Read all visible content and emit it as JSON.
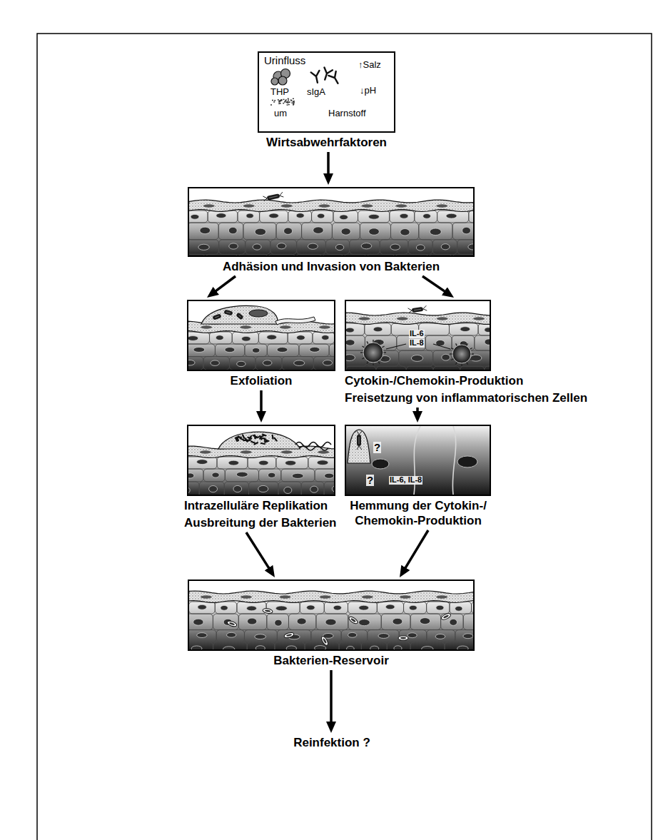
{
  "diagram": {
    "nodes": [
      {
        "text": [
          "Urinfluss",
          "THP",
          "sIgA",
          "↑Salz",
          "↓pH",
          "um",
          "Harnstoff",
          "Wirtsabwehrfaktoren"
        ]
      },
      {
        "text": [
          "Adhäsion und Invasion von Bakterien"
        ]
      },
      {
        "text": [
          "Exfoliation"
        ]
      },
      {
        "text": [
          "IL-6",
          "IL-8",
          "Cytokin-/Chemokin-Produktion",
          "Freisetzung von inflammatorischen Zellen"
        ]
      },
      {
        "text": [
          "Intrazelluläre Replikation",
          "Ausbreitung der Bakterien"
        ]
      },
      {
        "text": [
          "?",
          "?",
          "IL-6, IL-8",
          "Hemmung der Cytokin-/ Chemokin-Produktion"
        ]
      },
      {
        "text": [
          "Bakterien-Reservoir"
        ]
      },
      {
        "text": [
          "Reinfektion ?"
        ]
      }
    ],
    "edges": [
      {
        "from": 0,
        "to": 1,
        "arrow": "to"
      },
      {
        "from": 1,
        "to": 2,
        "arrow": "to"
      },
      {
        "from": 1,
        "to": 3,
        "arrow": "to"
      },
      {
        "from": 2,
        "to": 4,
        "arrow": "to"
      },
      {
        "from": 3,
        "to": 5,
        "arrow": "to"
      },
      {
        "from": 4,
        "to": 6,
        "arrow": "to"
      },
      {
        "from": 5,
        "to": 6,
        "arrow": "to"
      },
      {
        "from": 6,
        "to": 7,
        "arrow": "to"
      }
    ]
  }
}
